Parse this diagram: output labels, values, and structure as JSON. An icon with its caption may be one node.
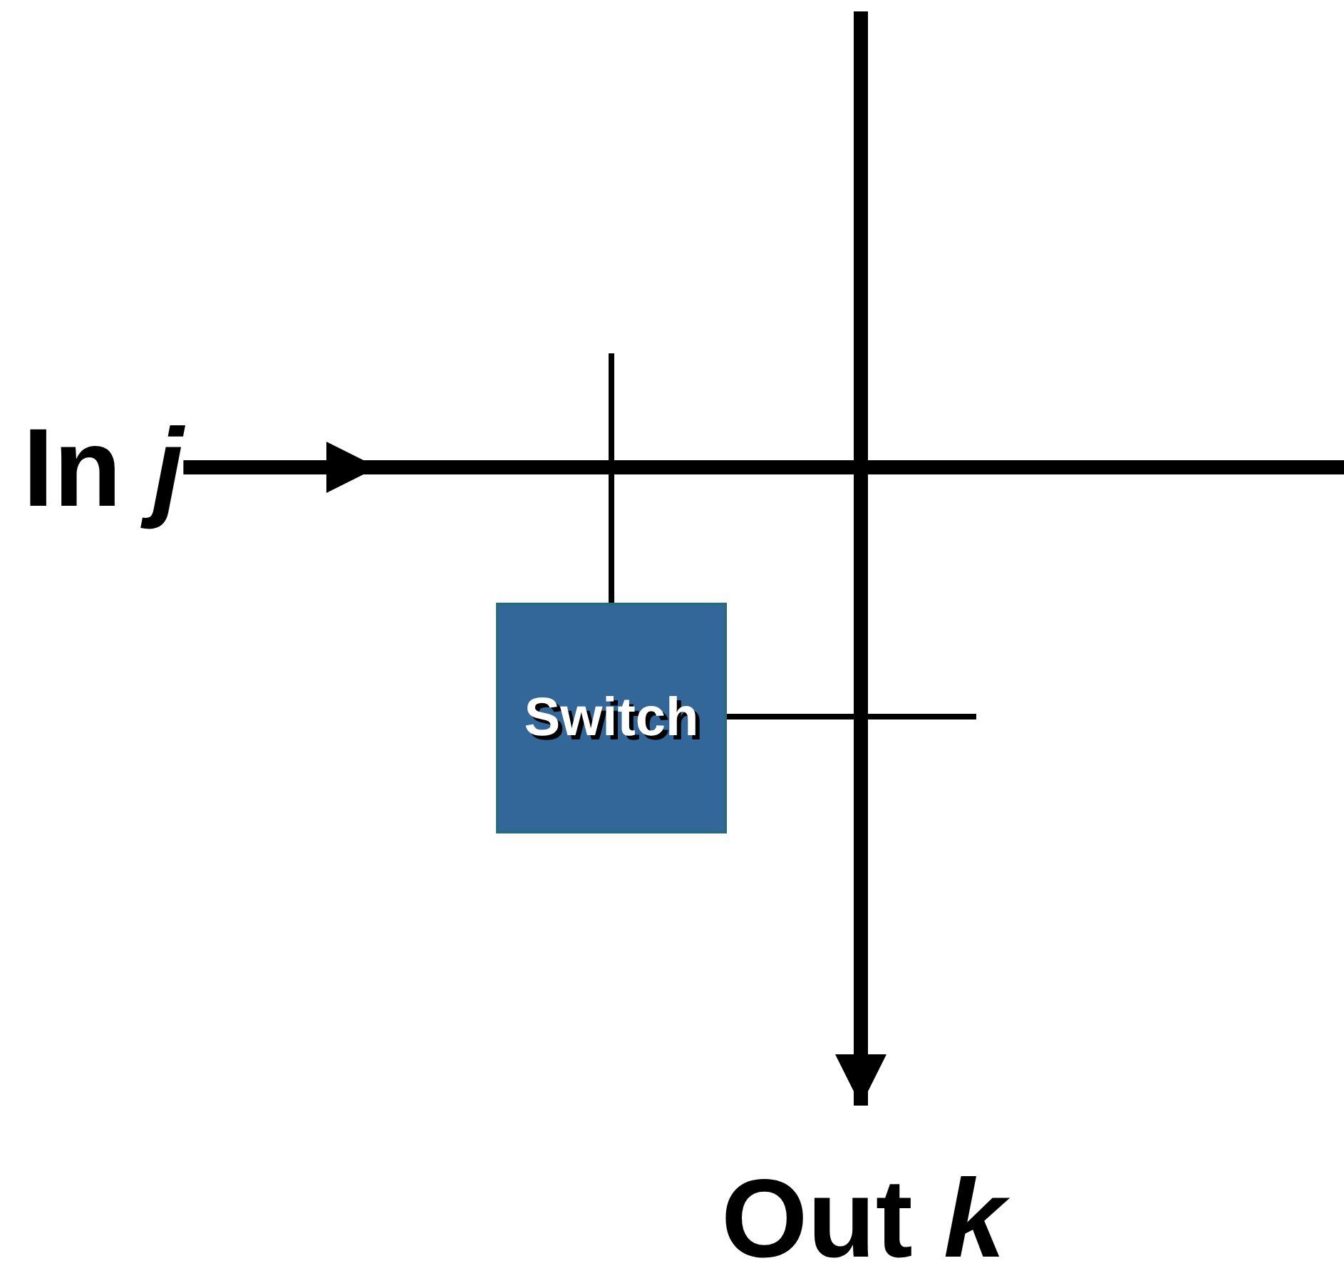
{
  "diagram": {
    "nodes": [
      {
        "text": [
          "In *j*"
        ]
      },
      {
        "text": [
          "Switch"
        ]
      },
      {
        "text": [
          "Out *k*"
        ]
      }
    ],
    "edges": [
      {
        "from": 0,
        "to": null,
        "arrow": "to",
        "style": "thick"
      },
      {
        "from": null,
        "to": 2,
        "arrow": "to",
        "style": "thick"
      },
      {
        "from": 1,
        "to": null,
        "arrow": "none"
      },
      {
        "from": 1,
        "to": null,
        "arrow": "none"
      }
    ]
  }
}
